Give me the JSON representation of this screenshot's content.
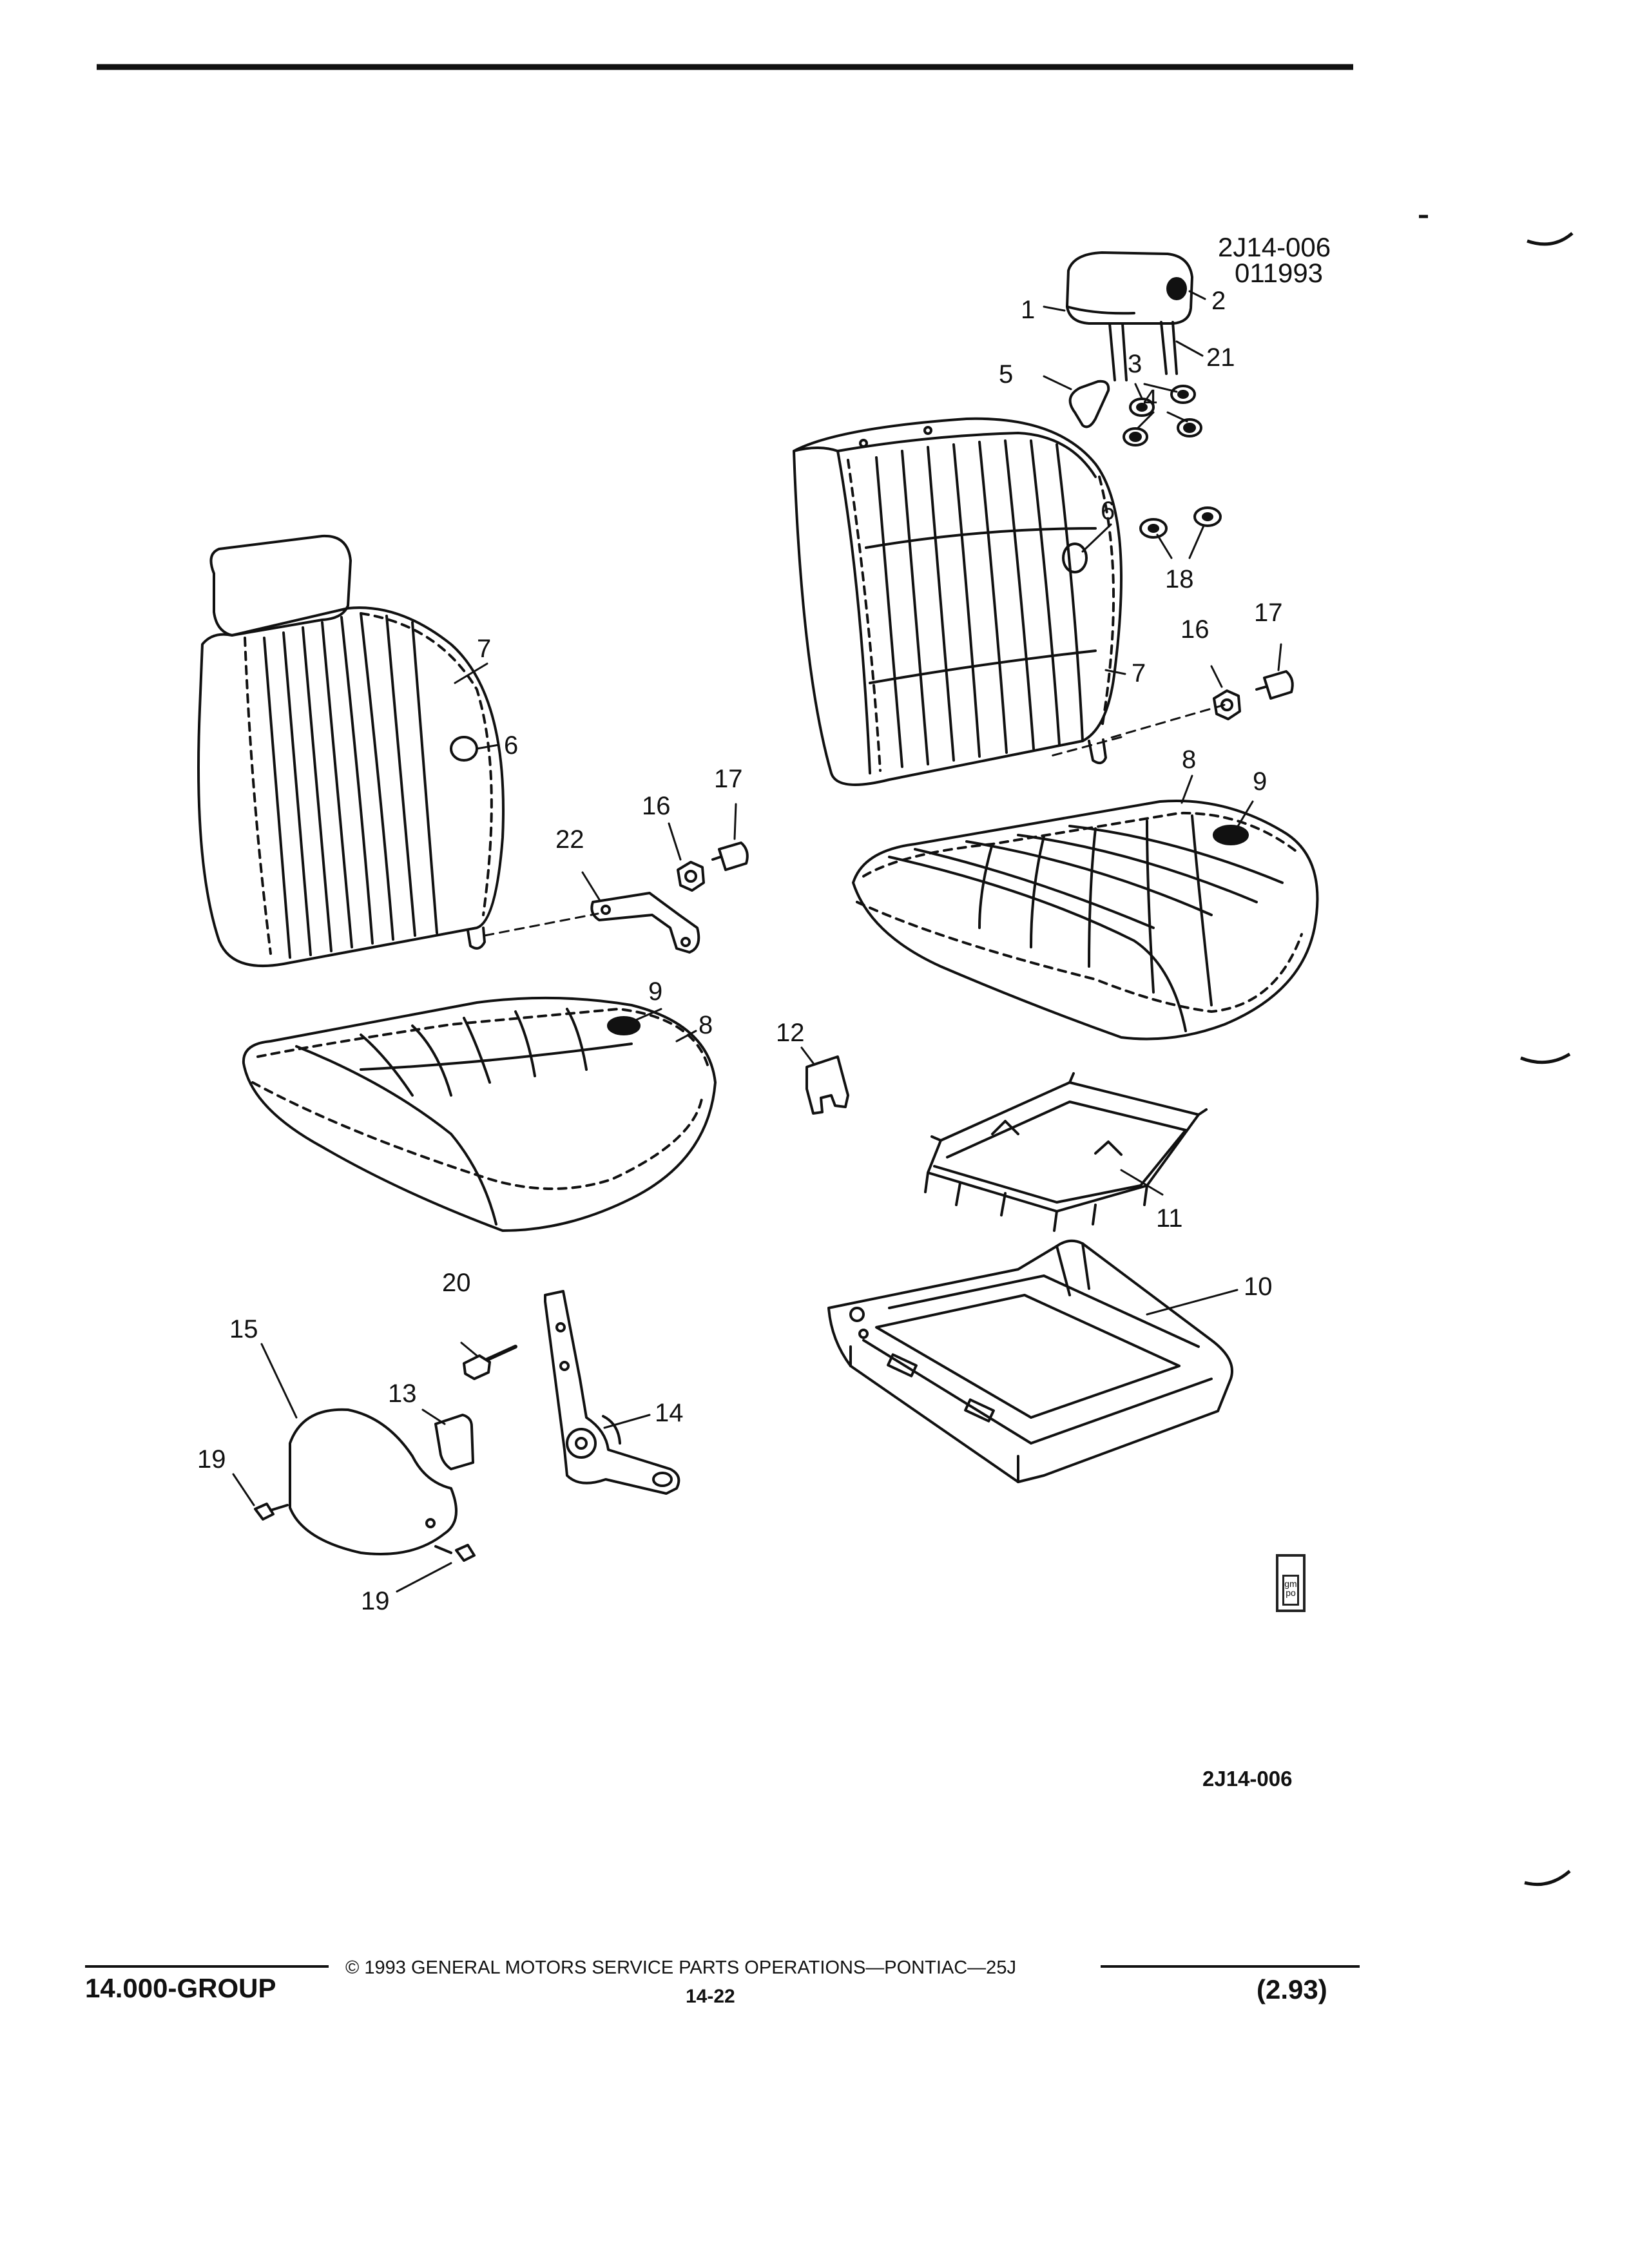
{
  "diagram": {
    "code_top": "2J14-006",
    "code_date": "011993",
    "code_bottom": "2J14-006",
    "callouts": {
      "c1": "1",
      "c2": "2",
      "c3": "3",
      "c4": "4",
      "c5": "5",
      "c6": "6",
      "c7": "7",
      "c8": "8",
      "c9": "9",
      "c10": "10",
      "c11": "11",
      "c12": "12",
      "c13": "13",
      "c14": "14",
      "c15": "15",
      "c16": "16",
      "c17": "17",
      "c18": "18",
      "c19": "19",
      "c20": "20",
      "c21": "21",
      "c22": "22"
    },
    "logo_text": "gm po"
  },
  "footer": {
    "copyright": "© 1993 GENERAL MOTORS SERVICE PARTS OPERATIONS—PONTIAC—25J",
    "group": "14.000-GROUP",
    "page": "14-22",
    "date": "(2.93)"
  },
  "colors": {
    "ink": "#111111",
    "paper": "#ffffff"
  }
}
